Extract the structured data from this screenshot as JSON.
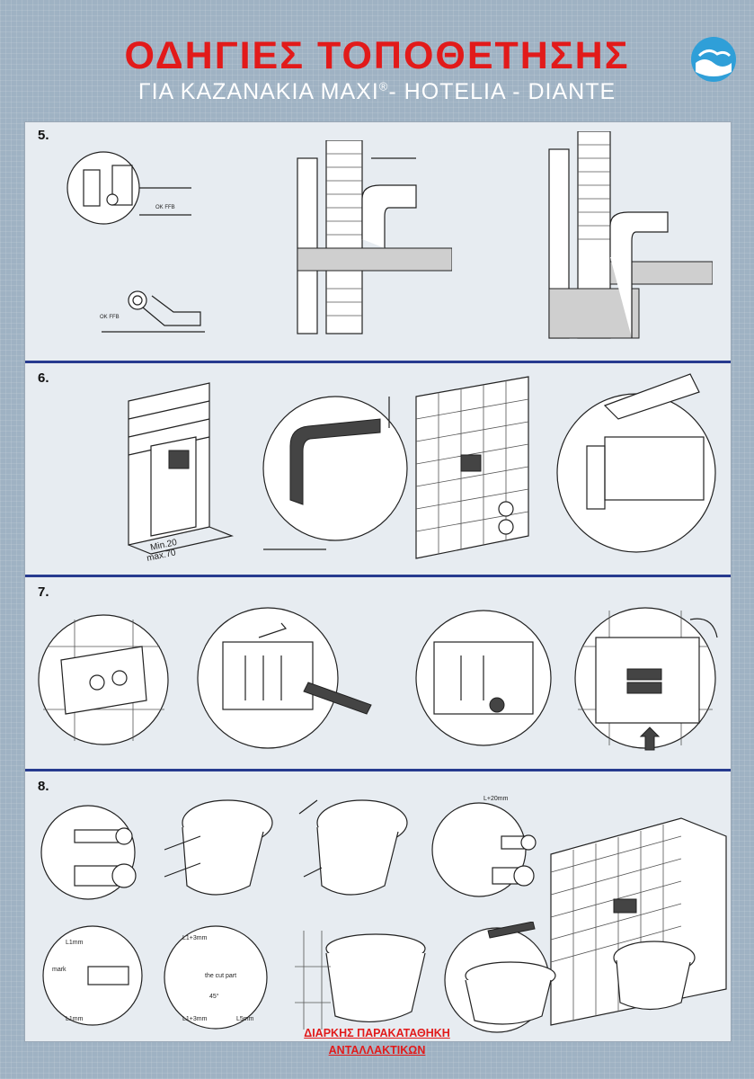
{
  "header": {
    "title": "ΟΔΗΓΙΕΣ ΤΟΠΟΘΕΤΗΣΗΣ",
    "subtitle_pre": "ΓΙΑ  ΚΑΖΑΝΑΚΙΑ MAXI",
    "subtitle_reg": "®",
    "subtitle_post": "- HOTELIA - DIANTE"
  },
  "sections": {
    "s5": {
      "number": "5."
    },
    "s6": {
      "number": "6."
    },
    "s7": {
      "number": "7."
    },
    "s8": {
      "number": "8."
    }
  },
  "labels": {
    "ok_ffb": "OK\nFFB",
    "min_20": "Min.20",
    "max_70": "max.70",
    "l_20mm": "L+20mm",
    "l1mm": "L1mm",
    "mark": "mark",
    "l1_3mm": "L1+3mm",
    "the_cut_part": "the cut part",
    "deg45": "45°",
    "l1_3mm_b": "L1+3mm",
    "l5mm": "L5mm"
  },
  "footer": {
    "line1": "ΔΙΑΡΚΗΣ ΠΑΡΑΚΑΤΑΘΗΚΗ",
    "line2": "ΑΝΤΑΛΛΑΚΤΙΚΩΝ"
  },
  "colors": {
    "title_red": "#e21a1a",
    "divider_blue": "#273b8f",
    "background": "#9fb2c3"
  }
}
